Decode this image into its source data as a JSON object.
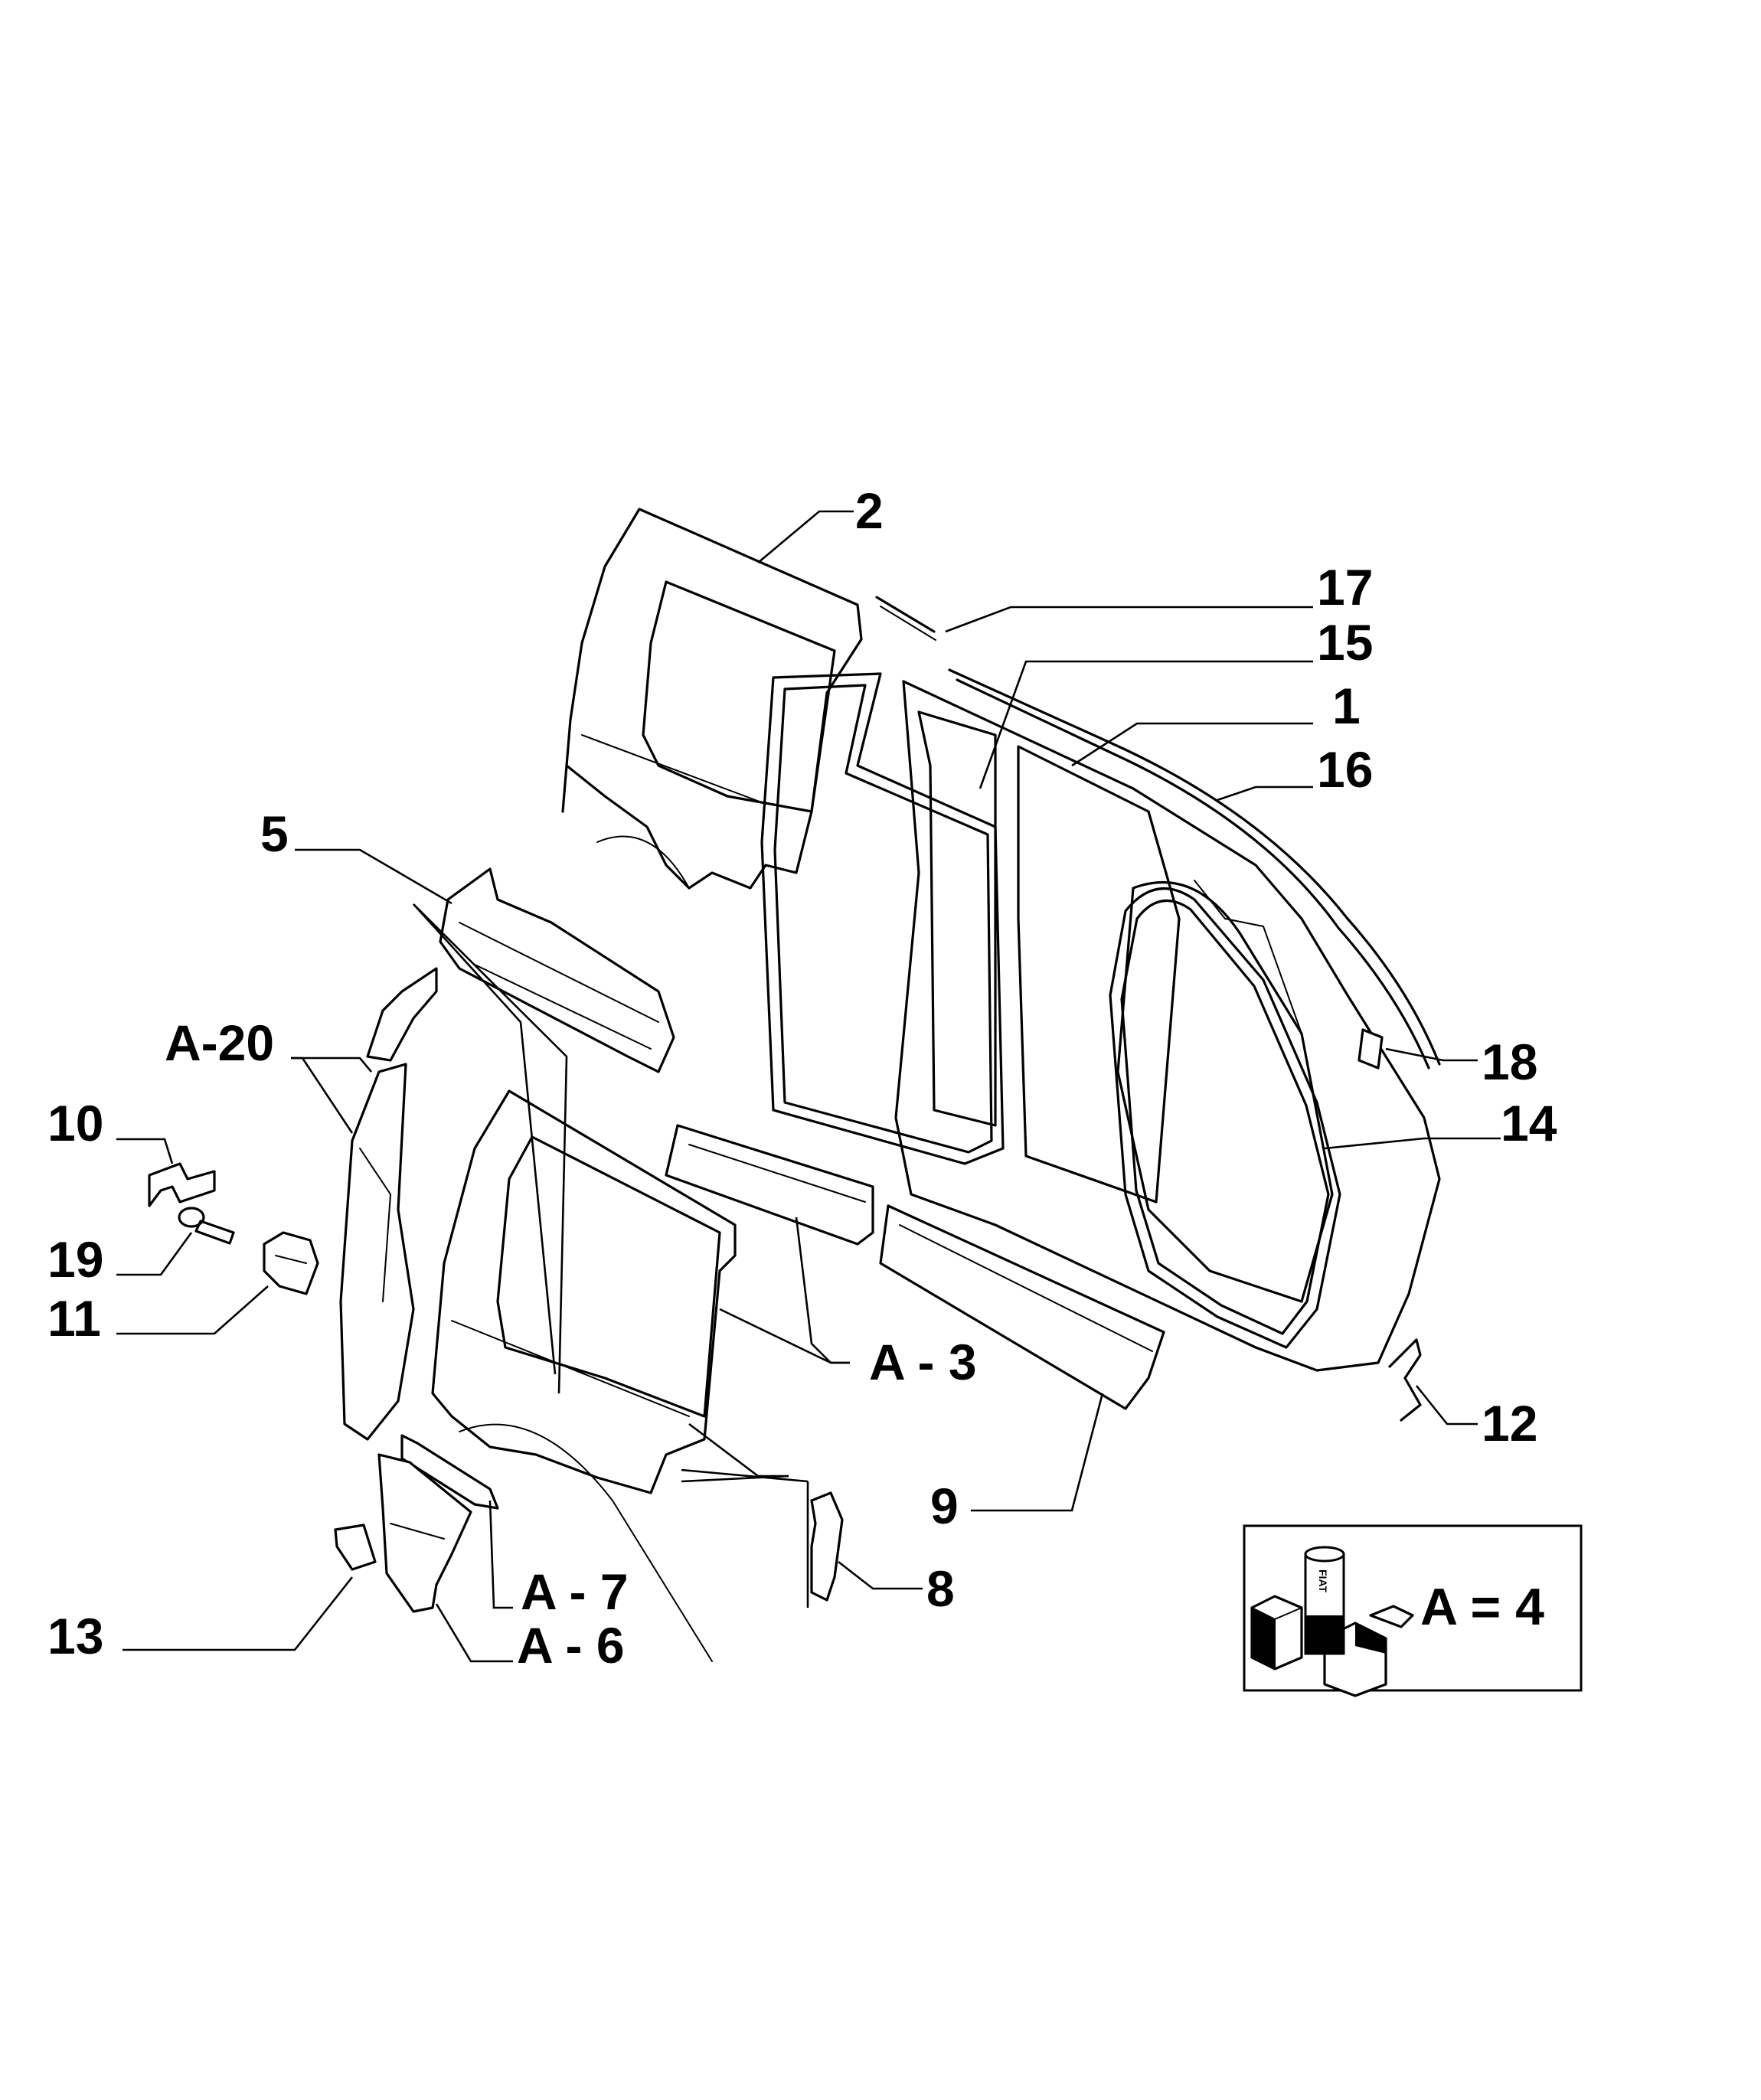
{
  "callouts": [
    {
      "id": "2",
      "label": "2"
    },
    {
      "id": "17",
      "label": "17"
    },
    {
      "id": "15",
      "label": "15"
    },
    {
      "id": "1",
      "label": "1"
    },
    {
      "id": "16",
      "label": "16"
    },
    {
      "id": "5",
      "label": "5"
    },
    {
      "id": "A-20",
      "label": "A-20"
    },
    {
      "id": "18",
      "label": "18"
    },
    {
      "id": "10",
      "label": "10"
    },
    {
      "id": "14",
      "label": "14"
    },
    {
      "id": "19",
      "label": "19"
    },
    {
      "id": "11",
      "label": "11"
    },
    {
      "id": "A-3",
      "label": "A - 3"
    },
    {
      "id": "12",
      "label": "12"
    },
    {
      "id": "9",
      "label": "9"
    },
    {
      "id": "8",
      "label": "8"
    },
    {
      "id": "A-7",
      "label": "A - 7"
    },
    {
      "id": "13",
      "label": "13"
    },
    {
      "id": "A-6",
      "label": "A - 6"
    }
  ],
  "kit_legend": {
    "text": "A = 4",
    "brand": "FIAT",
    "icons": [
      "sealant-can-icon",
      "parts-box-icon"
    ]
  }
}
